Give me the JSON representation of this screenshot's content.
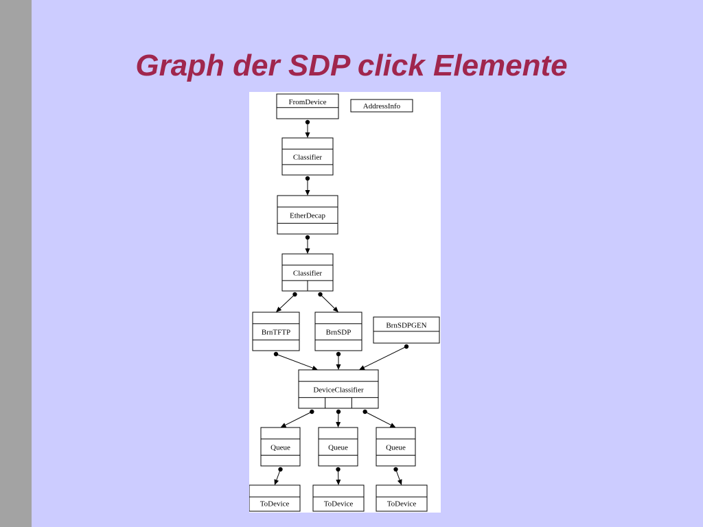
{
  "slide": {
    "title": "Graph der SDP click Elemente"
  },
  "diagram": {
    "nodes": [
      {
        "id": "fromdevice",
        "label": "FromDevice"
      },
      {
        "id": "addressinfo",
        "label": "AddressInfo"
      },
      {
        "id": "classifier1",
        "label": "Classifier"
      },
      {
        "id": "etherdecap",
        "label": "EtherDecap"
      },
      {
        "id": "classifier2",
        "label": "Classifier"
      },
      {
        "id": "brntftp",
        "label": "BrnTFTP"
      },
      {
        "id": "brnsdp",
        "label": "BrnSDP"
      },
      {
        "id": "brnsdpgen",
        "label": "BrnSDPGEN"
      },
      {
        "id": "deviceclassifier",
        "label": "DeviceClassifier"
      },
      {
        "id": "queue1",
        "label": "Queue"
      },
      {
        "id": "queue2",
        "label": "Queue"
      },
      {
        "id": "queue3",
        "label": "Queue"
      },
      {
        "id": "todevice1",
        "label": "ToDevice"
      },
      {
        "id": "todevice2",
        "label": "ToDevice"
      },
      {
        "id": "todevice3",
        "label": "ToDevice"
      }
    ],
    "edges": [
      {
        "from": "fromdevice",
        "to": "classifier1"
      },
      {
        "from": "classifier1",
        "to": "etherdecap"
      },
      {
        "from": "etherdecap",
        "to": "classifier2"
      },
      {
        "from": "classifier2",
        "to": "brntftp"
      },
      {
        "from": "classifier2",
        "to": "brnsdp"
      },
      {
        "from": "brntftp",
        "to": "deviceclassifier"
      },
      {
        "from": "brnsdp",
        "to": "deviceclassifier"
      },
      {
        "from": "brnsdpgen",
        "to": "deviceclassifier"
      },
      {
        "from": "deviceclassifier",
        "to": "queue1"
      },
      {
        "from": "deviceclassifier",
        "to": "queue2"
      },
      {
        "from": "deviceclassifier",
        "to": "queue3"
      },
      {
        "from": "queue1",
        "to": "todevice1"
      },
      {
        "from": "queue2",
        "to": "todevice2"
      },
      {
        "from": "queue3",
        "to": "todevice3"
      }
    ]
  }
}
